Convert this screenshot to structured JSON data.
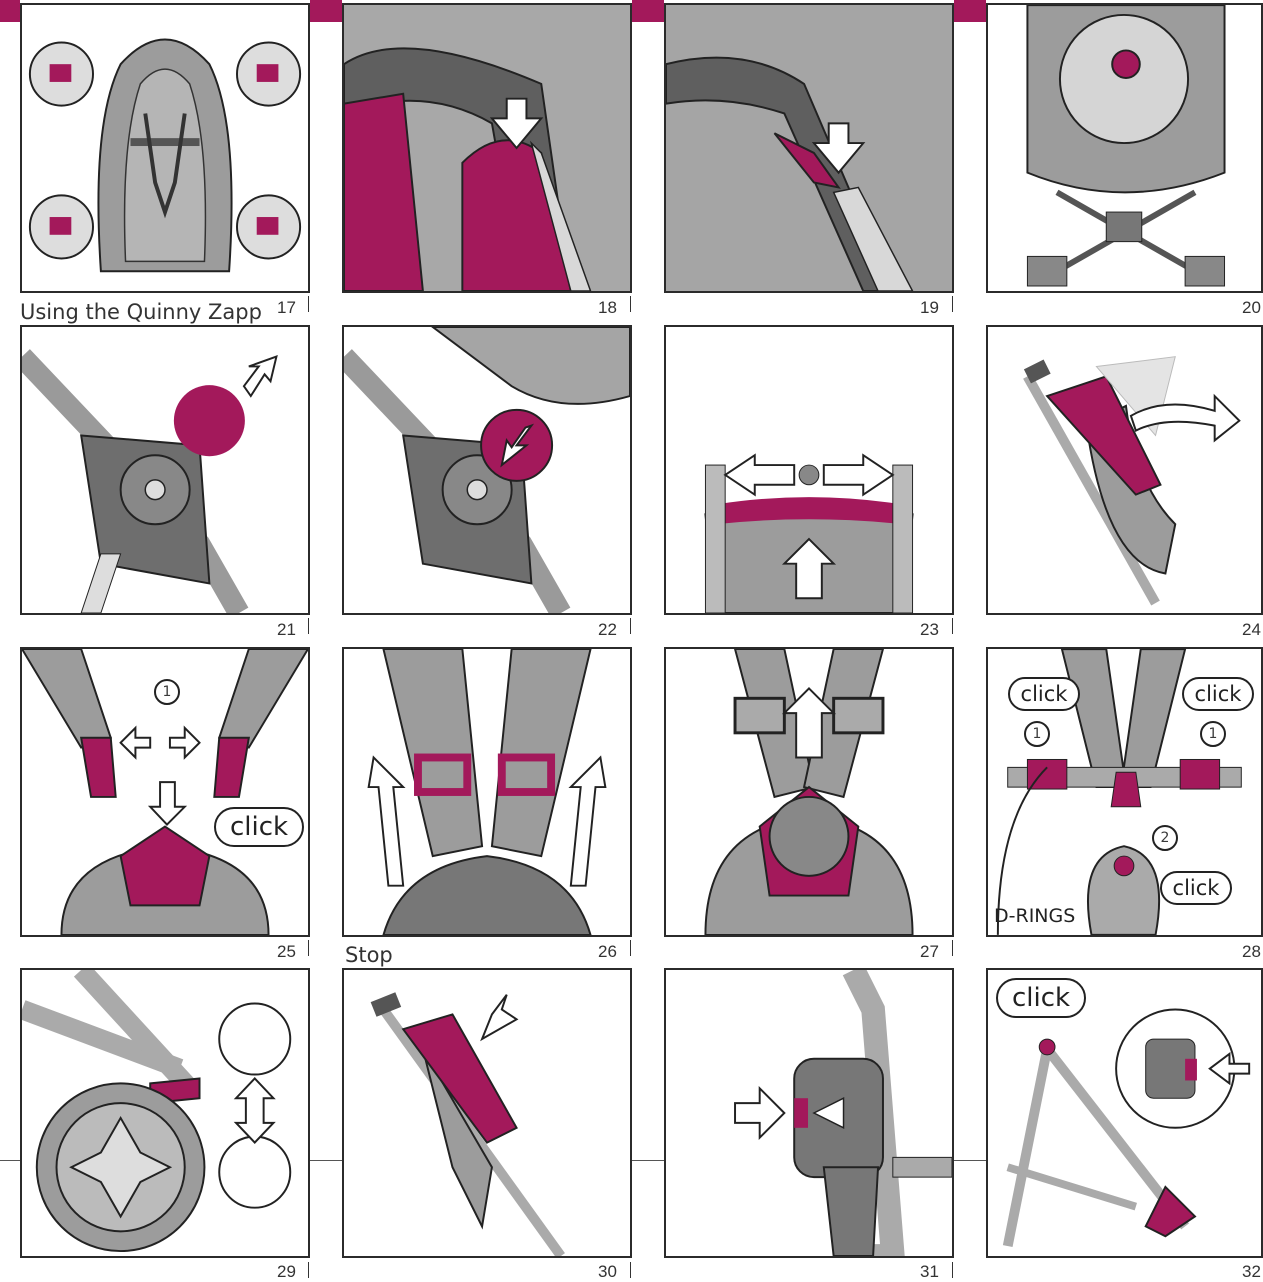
{
  "captions": {
    "using": "Using the Quinny Zapp",
    "stop": "Stop"
  },
  "steps": [
    "17",
    "18",
    "19",
    "20",
    "21",
    "22",
    "23",
    "24",
    "25",
    "26",
    "27",
    "28",
    "29",
    "30",
    "31",
    "32"
  ],
  "labels": {
    "click": "click",
    "one": "1",
    "two": "2",
    "d_rings": "D-RINGS"
  },
  "colors": {
    "accent": "#a3195b",
    "light_gray": "#b9b9b9",
    "mid_gray": "#8f8f8f",
    "dark_gray": "#6b6b6b",
    "outline": "#2b2b2b"
  }
}
